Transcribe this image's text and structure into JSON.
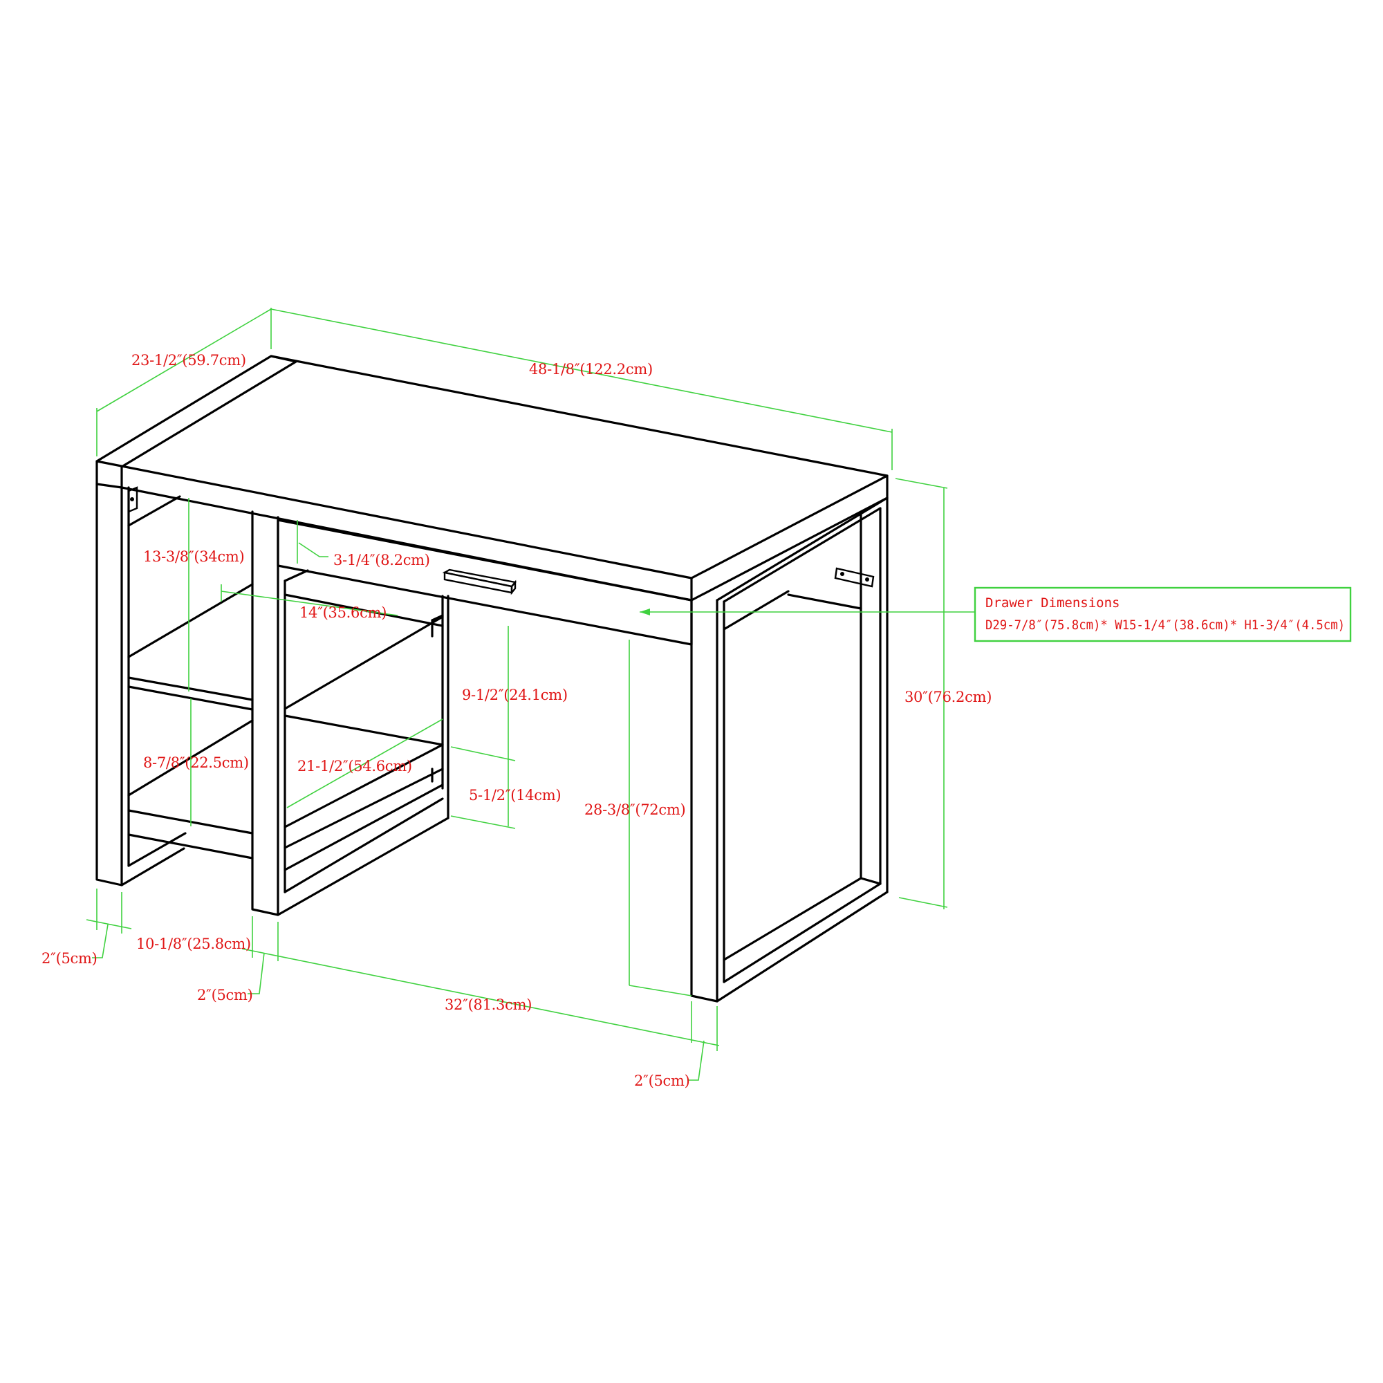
{
  "diagram": {
    "subject": "Desk with drawer and side shelves",
    "line_color": "#000000",
    "dimension_line_color": "#3fd13f",
    "label_color": "#e01515"
  },
  "dimensions": {
    "overall_depth": "23-1/2″(59.7cm)",
    "overall_width": "48-1/8″(122.2cm)",
    "overall_height": "30″(76.2cm)",
    "upper_shelf_clearance": "13-3/8″(34cm)",
    "lower_shelf_clearance": "8-7/8″(22.5cm)",
    "apron_height": "3-1/4″(8.2cm)",
    "shelf_width": "14″(35.6cm)",
    "shelf_upper_opening": "9-1/2″(24.1cm)",
    "shelf_depth": "21-1/2″(54.6cm)",
    "shelf_lower_opening": "5-1/2″(14cm)",
    "knee_clearance_height": "28-3/8″(72cm)",
    "leg_width_left": "2″(5cm)",
    "shelf_unit_width": "10-1/8″(25.8cm)",
    "leg_width_middle": "2″(5cm)",
    "knee_clearance_width": "32″(81.3cm)",
    "leg_width_right": "2″(5cm)"
  },
  "drawer_box": {
    "title": "Drawer Dimensions",
    "specs": "D29-7/8″(75.8cm)* W15-1/4″(38.6cm)* H1-3/4″(4.5cm)"
  }
}
